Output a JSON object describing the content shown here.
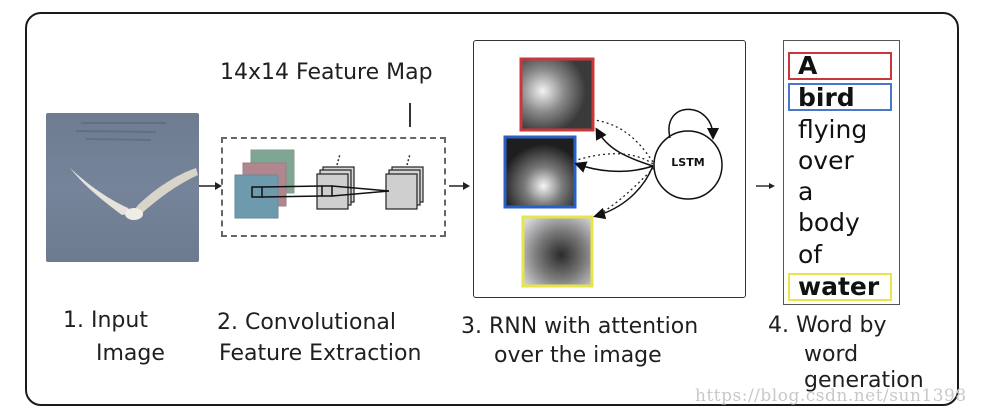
{
  "diagram": {
    "feature_map_label": "14x14 Feature Map",
    "lstm_label": "LSTM",
    "steps": [
      {
        "line1": "1. Input",
        "line2": "Image"
      },
      {
        "line1": "2. Convolutional",
        "line2": "Feature Extraction"
      },
      {
        "line1": "3. RNN with attention",
        "line2": "over the image"
      },
      {
        "line1": "4. Word by",
        "line2": "word",
        "line3": "generation"
      }
    ],
    "attention_colors": {
      "red": "#c8373a",
      "blue": "#2a5fc4",
      "yellow": "#e6e64a"
    },
    "caption_words": [
      {
        "text": "A",
        "bold": true,
        "highlight": "red"
      },
      {
        "text": "bird",
        "bold": true,
        "highlight": "blue"
      },
      {
        "text": "flying",
        "bold": false,
        "highlight": null
      },
      {
        "text": "over",
        "bold": false,
        "highlight": null
      },
      {
        "text": "a",
        "bold": false,
        "highlight": null
      },
      {
        "text": "body",
        "bold": false,
        "highlight": null
      },
      {
        "text": "of",
        "bold": false,
        "highlight": null
      },
      {
        "text": "water",
        "bold": true,
        "highlight": "yellow"
      }
    ]
  },
  "watermark": "https://blog.csdn.net/sun1398"
}
